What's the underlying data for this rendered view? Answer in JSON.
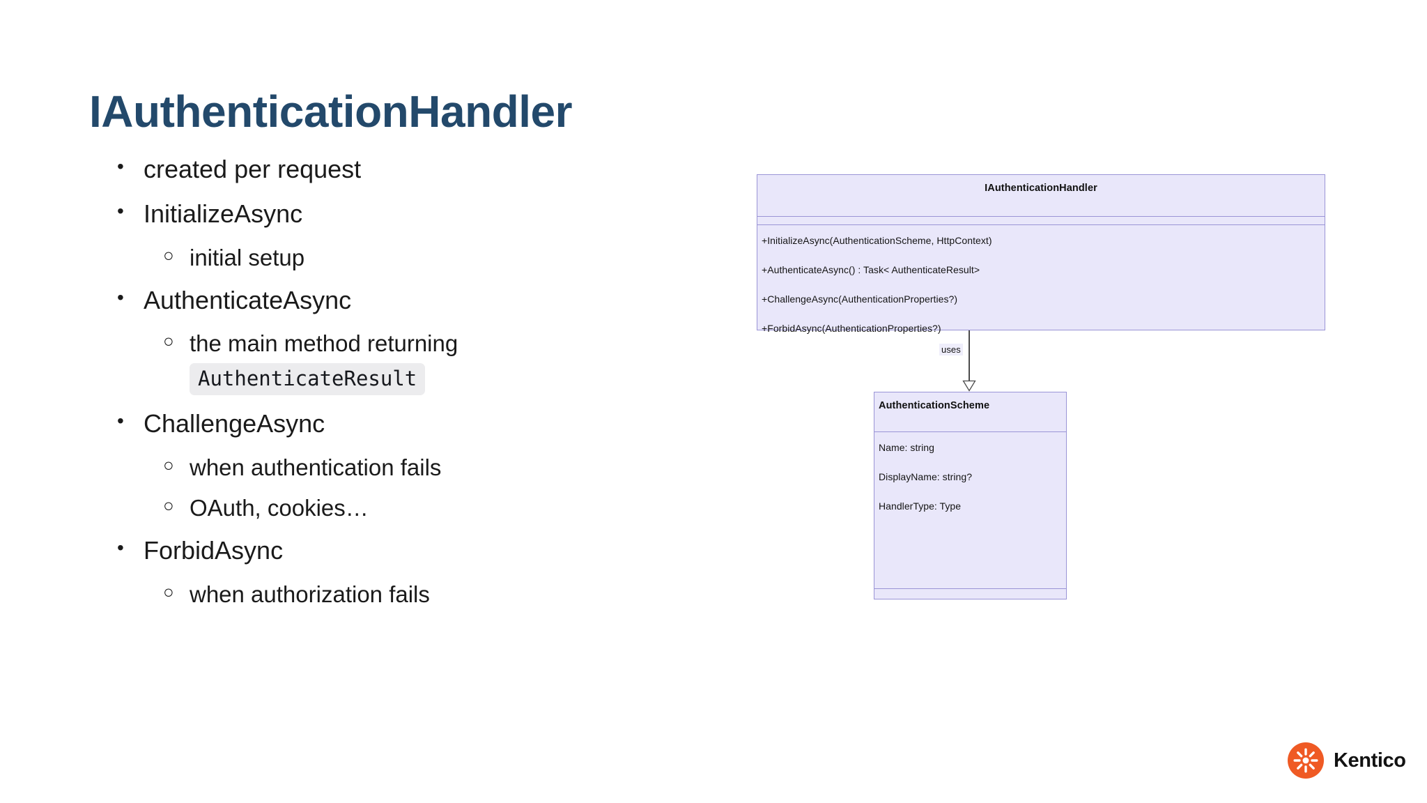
{
  "slide": {
    "title": "IAuthenticationHandler",
    "title_color": "#23496b",
    "background": "#ffffff"
  },
  "bullets": [
    {
      "level": 1,
      "marker": "•",
      "text": "created per request"
    },
    {
      "level": 1,
      "marker": "•",
      "text": "InitializeAsync"
    },
    {
      "level": 2,
      "marker": "○",
      "text": "initial setup"
    },
    {
      "level": 1,
      "marker": "•",
      "text": "AuthenticateAsync"
    },
    {
      "level": 2,
      "marker": "○",
      "text": "the main method returning",
      "code": "AuthenticateResult"
    },
    {
      "level": 1,
      "marker": "•",
      "text": "ChallengeAsync"
    },
    {
      "level": 2,
      "marker": "○",
      "text": "when authentication fails"
    },
    {
      "level": 2,
      "marker": "○",
      "text": "OAuth, cookies…"
    },
    {
      "level": 1,
      "marker": "•",
      "text": "ForbidAsync"
    },
    {
      "level": 2,
      "marker": "○",
      "text": "when authorization fails"
    }
  ],
  "uml": {
    "fill_color": "#e9e7fa",
    "border_color": "#9a94d6",
    "handler": {
      "name": "IAuthenticationHandler",
      "operations": [
        "+InitializeAsync(AuthenticationScheme, HttpContext)",
        "+AuthenticateAsync() : Task< AuthenticateResult>",
        "+ChallengeAsync(AuthenticationProperties?)",
        "+ForbidAsync(AuthenticationProperties?)"
      ]
    },
    "relationship": {
      "label": "uses",
      "arrow": "hollow-triangle-down"
    },
    "scheme": {
      "name": "AuthenticationScheme",
      "attributes": [
        "Name: string",
        "DisplayName: string?",
        "HandlerType: Type"
      ]
    }
  },
  "logo": {
    "word": "Kentico",
    "mark_color": "#ef5a24",
    "mark_icon": "kentico-starburst-icon"
  }
}
